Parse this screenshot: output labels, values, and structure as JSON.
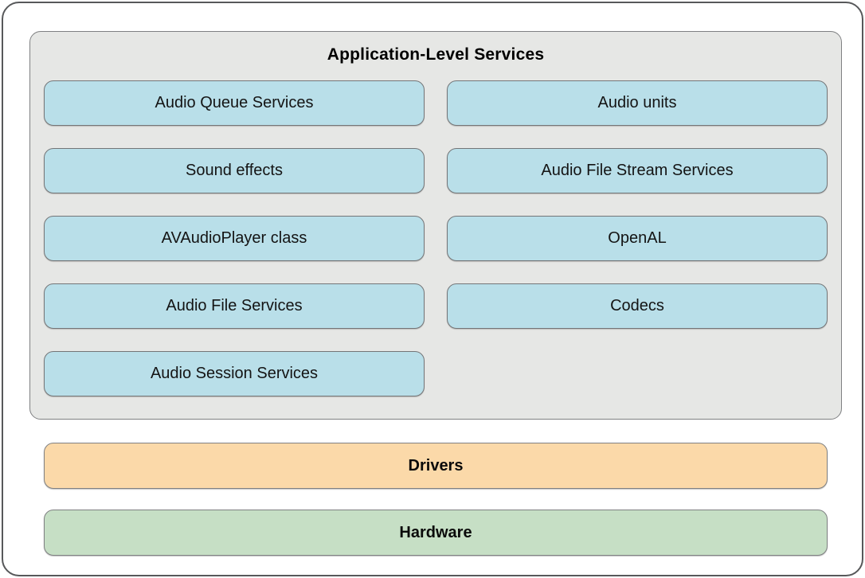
{
  "diagram": {
    "panel": {
      "title": "Application-Level Services"
    },
    "services": [
      {
        "label": "Audio Queue Services"
      },
      {
        "label": "Audio units"
      },
      {
        "label": "Sound effects"
      },
      {
        "label": "Audio File Stream Services"
      },
      {
        "label": "AVAudioPlayer class"
      },
      {
        "label": "OpenAL"
      },
      {
        "label": "Audio File Services"
      },
      {
        "label": "Codecs"
      },
      {
        "label": "Audio Session Services"
      }
    ],
    "layers": [
      {
        "label": "Drivers",
        "color": "#fbd9a9"
      },
      {
        "label": "Hardware",
        "color": "#c6dfc5"
      }
    ],
    "colors": {
      "service_box": "#b9dfe9",
      "panel_bg": "#e6e7e5",
      "panel_border": "#7f8082",
      "outer_border": "#57585a",
      "text": "#141414"
    }
  }
}
